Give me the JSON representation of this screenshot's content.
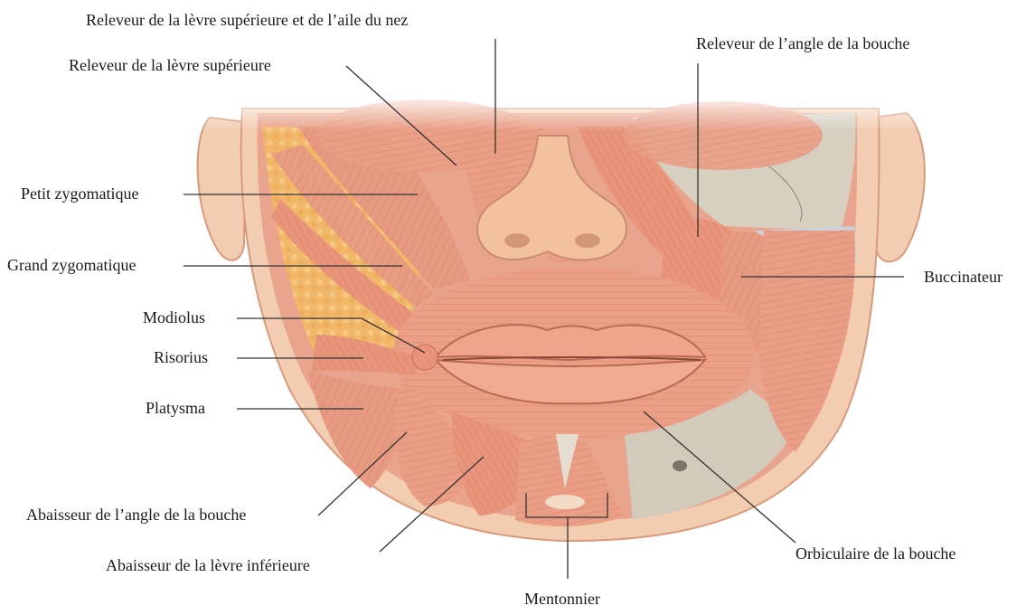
{
  "labels": {
    "releveur_levre_aile_nez": "Releveur de la lèvre supérieure et de l’aile du nez",
    "releveur_levre_sup": "Releveur de la lèvre supérieure",
    "releveur_angle_bouche": "Releveur de l’angle de la bouche",
    "petit_zygomatique": "Petit zygomatique",
    "grand_zygomatique": "Grand zygomatique",
    "buccinateur": "Buccinateur",
    "modiolus": "Modiolus",
    "risorius": "Risorius",
    "platysma": "Platysma",
    "abaisseur_angle_bouche": "Abaisseur de l’angle de la bouche",
    "abaisseur_levre_inf": "Abaisseur de la lèvre inférieure",
    "orbiculaire_bouche": "Orbiculaire de la bouche",
    "mentonnier": "Mentonnier"
  },
  "colors": {
    "skin": "#f3cdb2",
    "skin_edge": "#d89a7a",
    "muscle": "#e79a82",
    "muscle_dark": "#cf6e58",
    "muscle_light": "#f4b7a2",
    "fat": "#f2b86a",
    "bone": "#d7d0c1",
    "tendon": "#c9d3de",
    "lip": "#f0a48c",
    "leader": "#333333"
  }
}
